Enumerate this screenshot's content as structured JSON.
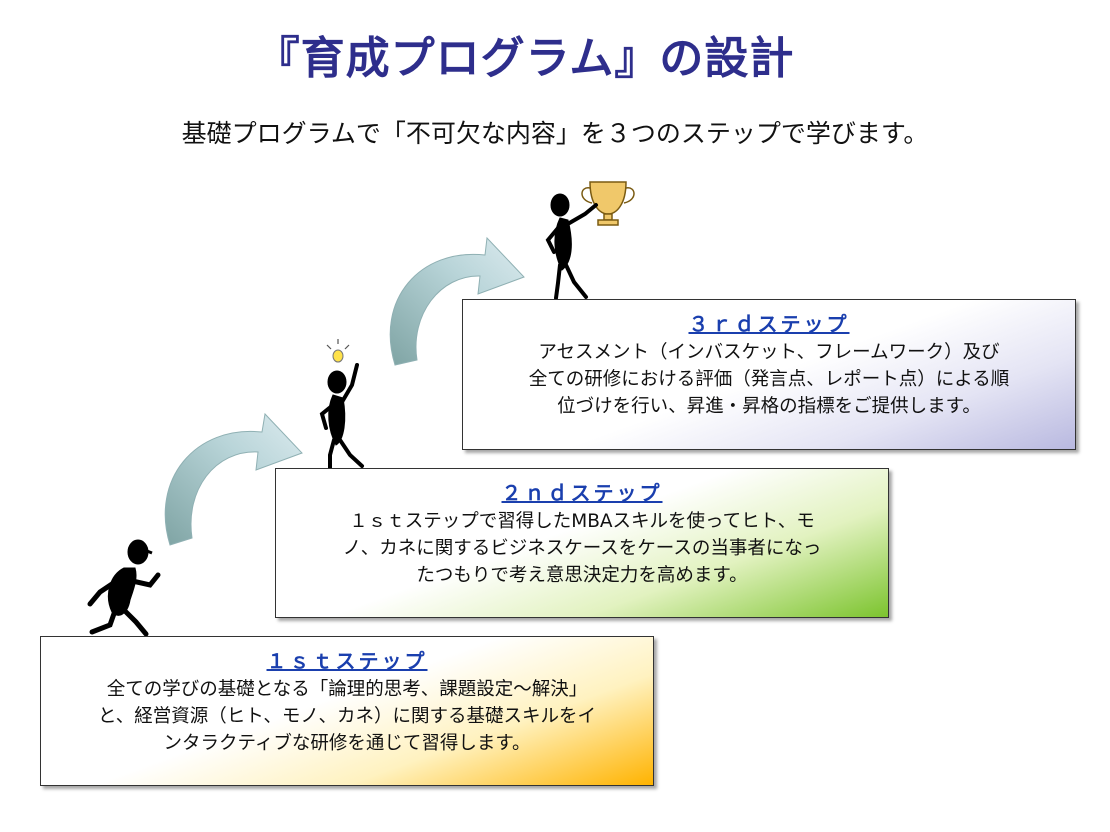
{
  "header": {
    "title": "『育成プログラム』の設計",
    "subtitle": "基礎プログラムで「不可欠な内容」を３つのステップで学びます。"
  },
  "steps": [
    {
      "heading": "１ｓｔステップ",
      "lines": [
        "全ての学びの基礎となる「論理的思考、課題設定～解決」",
        "と、経営資源（ヒト、モノ、カネ）に関する基礎スキルをイ",
        "ンタラクティブな研修を通じて習得します。"
      ],
      "accent": "#ffb300"
    },
    {
      "heading": "２ｎｄステップ",
      "lines": [
        "１ｓｔステップで習得したMBAスキルを使ってヒト、モ",
        "ノ、カネに関するビジネスケースをケースの当事者になっ",
        "たつもりで考え意思決定力を高めます。"
      ],
      "accent": "#7cc42e"
    },
    {
      "heading": "３ｒｄステップ",
      "lines": [
        "アセスメント（インバスケット、フレームワーク）及び",
        "全ての研修における評価（発言点、レポート点）による順",
        "位づけを行い、昇進・昇格の指標をご提供します。"
      ],
      "accent": "#b9b9e0"
    }
  ],
  "icons": {
    "runner": "running-figure-icon",
    "idea": "lightbulb-figure-icon",
    "winner": "trophy-figure-icon",
    "arrow": "curved-arrow-icon"
  }
}
